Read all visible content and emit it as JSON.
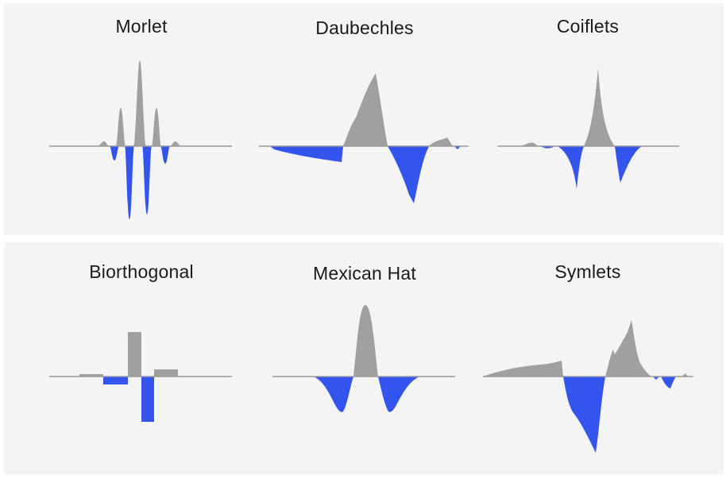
{
  "colors": {
    "positive": "#a0a0a0",
    "negative": "#3355ee",
    "axis": "#9a9a9a",
    "panel": "#f4f4f4"
  },
  "wavelets": [
    {
      "id": "morlet",
      "title": "Morlet"
    },
    {
      "id": "daubechies",
      "title": "Daubechles"
    },
    {
      "id": "coiflets",
      "title": "Coiflets"
    },
    {
      "id": "biorthogonal",
      "title": "Biorthogonal"
    },
    {
      "id": "mexican-hat",
      "title": "Mexican Hat"
    },
    {
      "id": "symlets",
      "title": "Symlets"
    }
  ]
}
